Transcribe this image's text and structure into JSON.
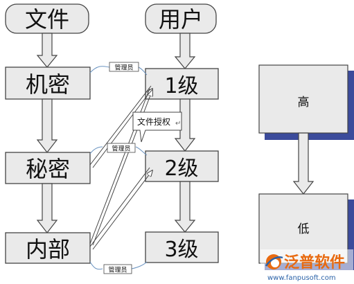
{
  "left_column": {
    "header": "文件",
    "levels": [
      "机密",
      "秘密",
      "内部"
    ]
  },
  "middle_column": {
    "header": "用户",
    "levels": [
      "1级",
      "2级",
      "3级"
    ]
  },
  "callouts": {
    "admin_label": "管理员",
    "authorize_label": "文件授权"
  },
  "right_column": {
    "top": "高",
    "bottom": "低"
  },
  "watermark": {
    "brand": "泛普软件",
    "url": "www.fanpusoft.com"
  },
  "colors": {
    "box_fill": "#eaeaea",
    "stroke": "#444444",
    "shadow": "#3b4b9b",
    "brand_orange": "#e86a10",
    "brand_blue": "#2a62a8",
    "admin_line": "#6a93c0"
  }
}
